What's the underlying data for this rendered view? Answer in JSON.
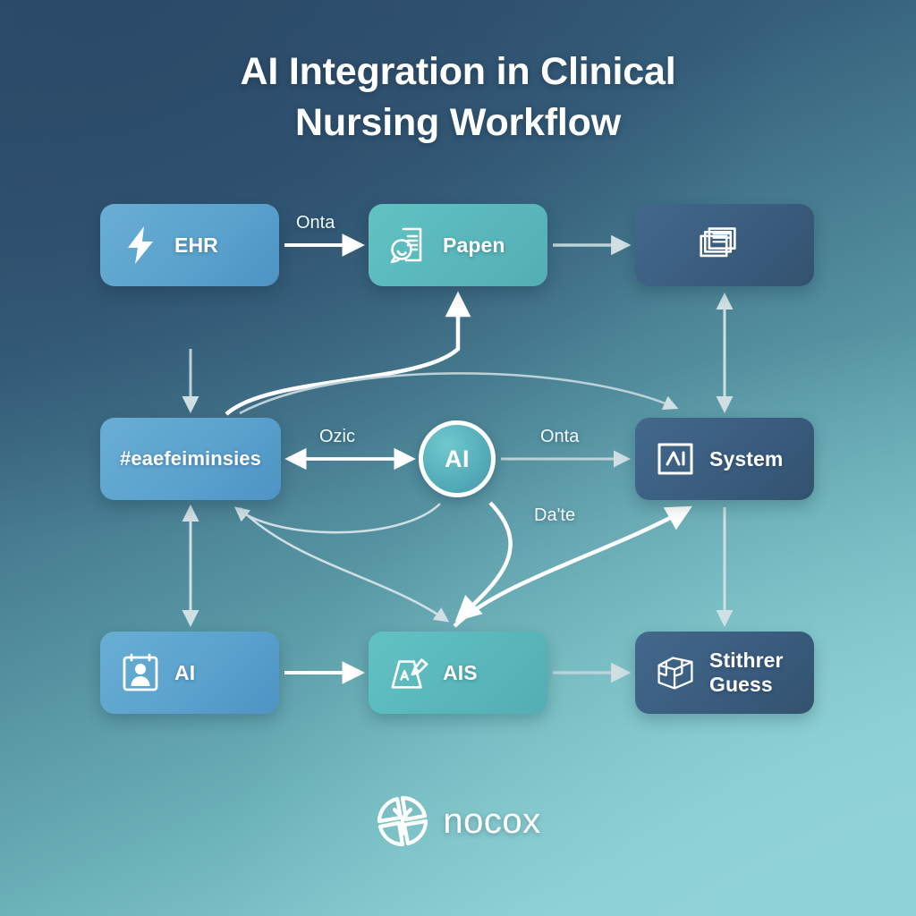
{
  "title": "AI Integration in Clinical\nNursing Workflow",
  "background": {
    "top_color": "#2c4a68",
    "bottom_color": "#8bd0d4"
  },
  "nodes": [
    {
      "id": "ehr",
      "label": "EHR",
      "icon": "lightning-bolt-icon",
      "color": "#5ba2cd"
    },
    {
      "id": "papen",
      "label": "Papen",
      "icon": "document-search-icon",
      "color": "#59b7bb"
    },
    {
      "id": "records",
      "label": "",
      "icon": "stacked-documents-icon",
      "color": "#3a5c7e"
    },
    {
      "id": "metrics",
      "label": "#eaefeiminsies",
      "icon": "",
      "color": "#5ba2cd"
    },
    {
      "id": "ai_hub",
      "label": "AI",
      "icon": "",
      "color": "#4ea4b4"
    },
    {
      "id": "system",
      "label": "System",
      "icon": "ai-frame-icon",
      "color": "#3a5c7e"
    },
    {
      "id": "assess",
      "label": "AI",
      "icon": "patient-badge-icon",
      "color": "#5ba2cd"
    },
    {
      "id": "ais",
      "label": "AIS",
      "icon": "marker-chart-icon",
      "color": "#59b7bb"
    },
    {
      "id": "stitcher",
      "label": "Stithrer\nGuess",
      "icon": "box-cube-icon",
      "color": "#3a5c7e"
    }
  ],
  "edge_labels": {
    "ehr_to_papen": "Onta",
    "metrics_to_ai": "Ozic",
    "ai_to_system": "Onta",
    "ais_to_system": "Da'te"
  },
  "brand": {
    "name": "nocox",
    "mark": "nocox-monogram-icon"
  }
}
